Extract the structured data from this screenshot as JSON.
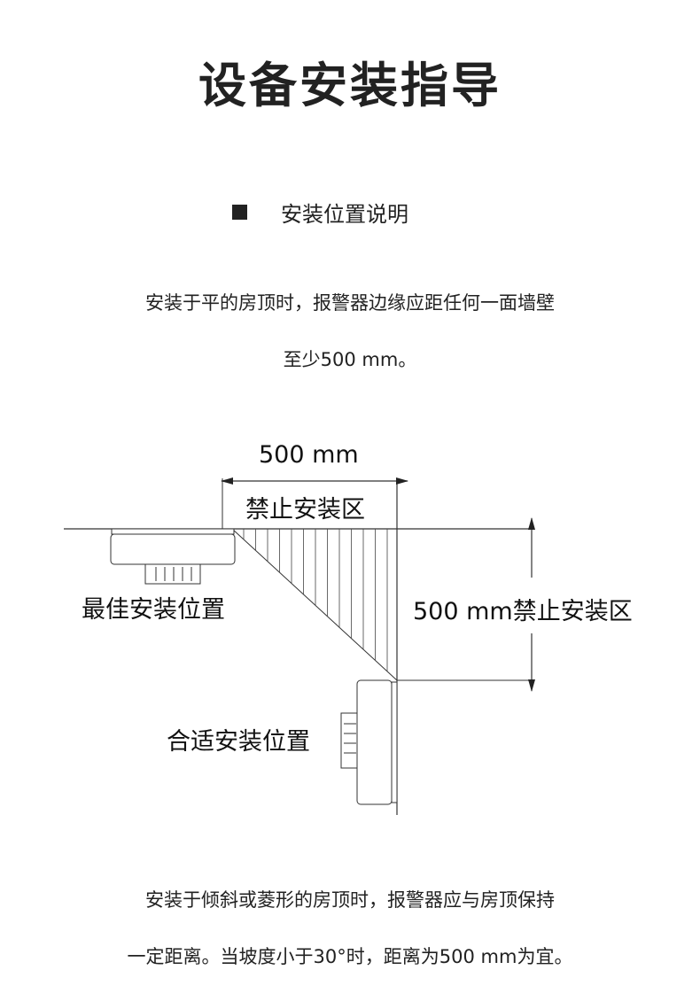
{
  "title": "设备安装指导",
  "section": {
    "heading": "安装位置说明"
  },
  "intro": {
    "line1": "安装于平的房顶时，报警器边缘应距任何一面墙壁",
    "line2": "至少500 mm。"
  },
  "diagram": {
    "top_dimension": "500 mm",
    "top_zone": "禁止安装区",
    "side_dimension": "500 mm禁止安装区",
    "best_position": "最佳安装位置",
    "suitable_position": "合适安装位置"
  },
  "footer": {
    "line1": "安装于倾斜或菱形的房顶时，报警器应与房顶保持",
    "line2": "一定距离。当坡度小于30°时，距离为500 mm为宜。"
  }
}
